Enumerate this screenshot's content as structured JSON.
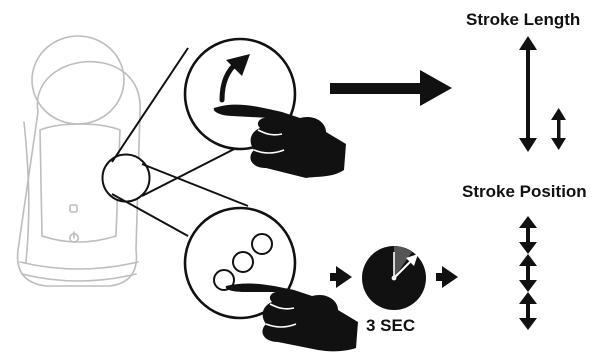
{
  "labels": {
    "stroke_length": "Stroke Length",
    "stroke_position": "Stroke Position",
    "hold_time": "3 SEC"
  },
  "icons": {
    "device": "device-body-icon",
    "tap": "tap-gesture-icon",
    "hold": "press-and-hold-icon",
    "timer": "timer-icon"
  },
  "colors": {
    "ink": "#111111",
    "outline": "#bdbdbd"
  }
}
